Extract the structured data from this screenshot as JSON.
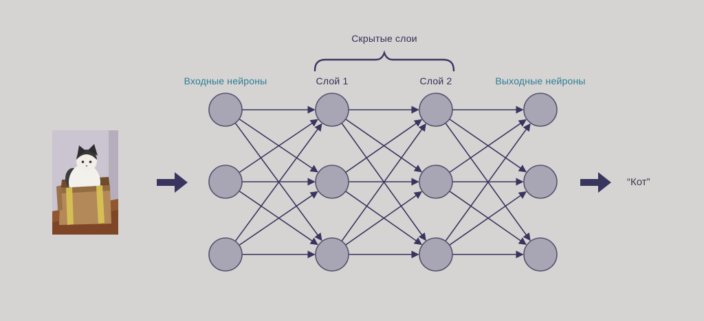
{
  "colors": {
    "background": "#d5d4d2",
    "edge": "#3a355f",
    "neuron_fill": "#a8a6b5",
    "neuron_stroke": "#55516c",
    "label_teal": "#2e7d96",
    "label_dark": "#322e55"
  },
  "diagram": {
    "hidden_layers_label": "Скрытые слои",
    "columns": [
      {
        "id": "input-neurons",
        "label": "Входные нейроны",
        "label_color": "#2e7d96",
        "neurons": 3
      },
      {
        "id": "layer-1",
        "label": "Слой 1",
        "label_color": "#322e55",
        "neurons": 3
      },
      {
        "id": "layer-2",
        "label": "Слой 2",
        "label_color": "#322e55",
        "neurons": 3
      },
      {
        "id": "output-neurons",
        "label": "Выходные нейроны",
        "label_color": "#2e7d96",
        "neurons": 3
      }
    ],
    "input_image": "cat-in-cardboard-box-photo",
    "output_text": "“Кот”"
  }
}
